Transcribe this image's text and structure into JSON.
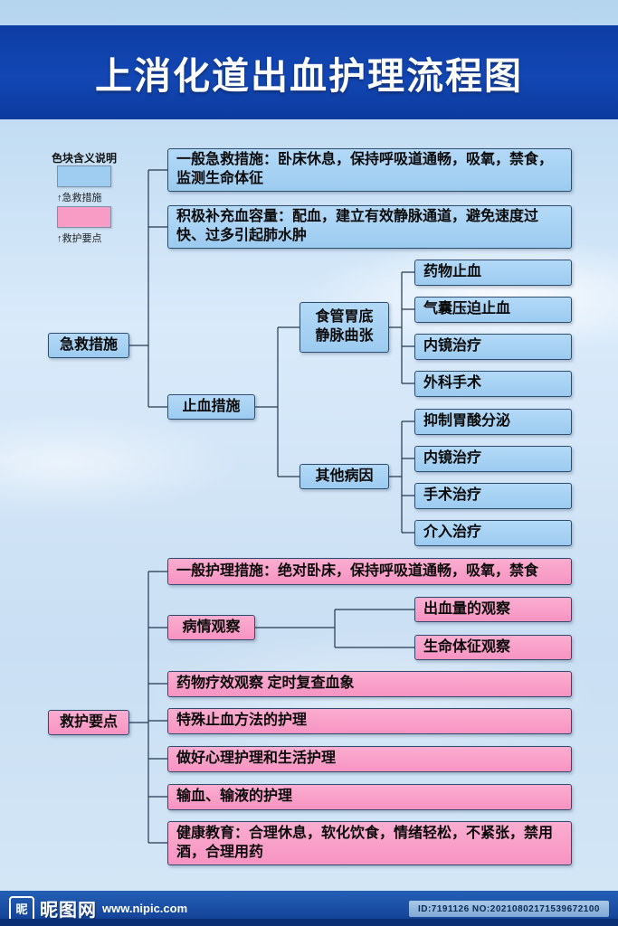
{
  "header": {
    "title": "上消化道出血护理流程图"
  },
  "legend": {
    "title": "色块含义说明",
    "items": [
      {
        "label": "↑急救措施",
        "color": "#9fccf1"
      },
      {
        "label": "↑救护要点",
        "color": "#f89cc6"
      }
    ]
  },
  "emergency": {
    "root": "急救措施",
    "general": "一般急救措施：卧床休息，保持呼吸道通畅，吸氧，禁食，监测生命体征",
    "volume": "积极补充血容量：配血，建立有效静脉通道，避免速度过快、过多引起肺水肿",
    "hemostasis": "止血措施",
    "varices": "食管胃底静脉曲张",
    "varices_options": [
      "药物止血",
      "气囊压迫止血",
      "内镜治疗",
      "外科手术"
    ],
    "other": "其他病因",
    "other_options": [
      "抑制胃酸分泌",
      "内镜治疗",
      "手术治疗",
      "介入治疗"
    ]
  },
  "care": {
    "root": "救护要点",
    "general": "一般护理措施：绝对卧床，保持呼吸道通畅，吸氧，禁食",
    "observation": "病情观察",
    "observation_options": [
      "出血量的观察",
      "生命体征观察"
    ],
    "items": [
      "药物疗效观察 定时复查血象",
      "特殊止血方法的护理",
      "做好心理护理和生活护理",
      "输血、输液的护理",
      "健康教育：合理休息，软化饮食，情绪轻松，不紧张，禁用酒，合理用药"
    ]
  },
  "footer": {
    "site_name": "昵图网",
    "site_url": "www.nipic.com",
    "id_text": "ID:7191126 NO:20210802171539672100",
    "logo_glyph": "昵"
  },
  "colors": {
    "header_bg": "#1144ad",
    "blue_box": "#a7d2f3",
    "pink_box": "#f9a2c8",
    "line": "#233850"
  }
}
